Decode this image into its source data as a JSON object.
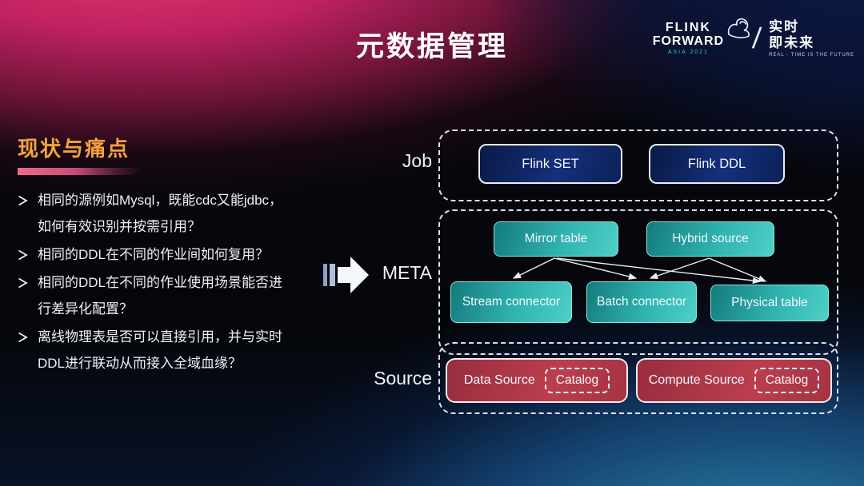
{
  "title": "元数据管理",
  "logo": {
    "flink": "FLINK",
    "forward": "FORWARD",
    "badge": "ASIA 2021",
    "separator": "/",
    "cn_line1": "实时",
    "cn_line2": "即未来",
    "tagline": "REAL - TIME IS THE FUTURE"
  },
  "pain_points": {
    "heading": "现状与痛点",
    "bullets": [
      "相同的源例如Mysql，既能cdc又能jdbc，如何有效识别并按需引用？",
      "相同的DDL在不同的作业间如何复用？",
      "相同的DDL在不同的作业使用场景能否进行差异化配置？",
      "离线物理表是否可以直接引用，并与实时DDL进行联动从而接入全域血缘？"
    ]
  },
  "diagram": {
    "job": {
      "label": "Job",
      "boxes": [
        "Flink SET",
        "Flink DDL"
      ]
    },
    "meta": {
      "label": "META",
      "top_boxes": [
        "Mirror table",
        "Hybrid source"
      ],
      "bottom_boxes": [
        "Stream connector",
        "Batch connector",
        "Physical table"
      ],
      "edges": [
        {
          "from": "Mirror table",
          "to": "Stream connector"
        },
        {
          "from": "Mirror table",
          "to": "Batch connector"
        },
        {
          "from": "Mirror table",
          "to": "Physical table"
        },
        {
          "from": "Hybrid source",
          "to": "Batch connector"
        },
        {
          "from": "Hybrid source",
          "to": "Physical table"
        }
      ]
    },
    "source": {
      "label": "Source",
      "groups": [
        {
          "name": "Data Source",
          "sub": "Catalog"
        },
        {
          "name": "Compute Source",
          "sub": "Catalog"
        }
      ]
    }
  },
  "colors": {
    "accent_magenta": "#d81b60",
    "accent_navy": "#15307a",
    "accent_teal": "#2fb3ae",
    "accent_red": "#b13a4a",
    "heading_orange": "#f2a23e",
    "badge_teal": "#25c8c6"
  }
}
